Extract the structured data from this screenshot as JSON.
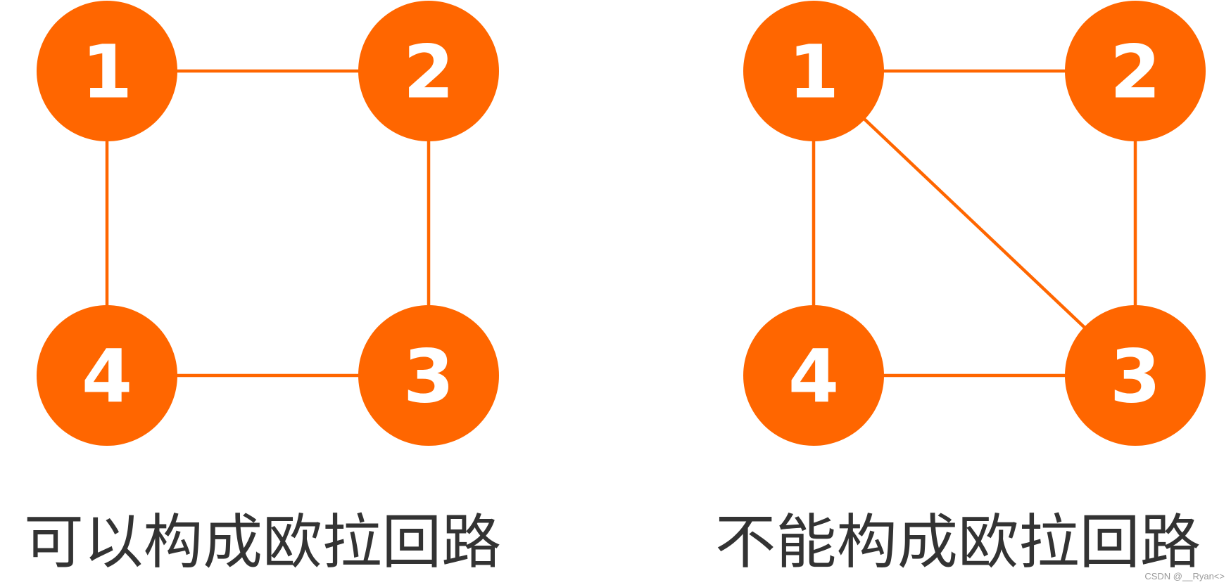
{
  "colors": {
    "node_fill": "#FF6600",
    "edge_stroke": "#FF6600",
    "node_text": "#FFFFFF",
    "caption_text": "#333333",
    "watermark_text": "#9A9A9A"
  },
  "graphs": [
    {
      "nodes": [
        "1",
        "2",
        "3",
        "4"
      ],
      "edges": [
        [
          0,
          1
        ],
        [
          1,
          2
        ],
        [
          2,
          3
        ],
        [
          3,
          0
        ]
      ],
      "caption": "可以构成欧拉回路"
    },
    {
      "nodes": [
        "1",
        "2",
        "3",
        "4"
      ],
      "edges": [
        [
          0,
          1
        ],
        [
          1,
          2
        ],
        [
          2,
          3
        ],
        [
          3,
          0
        ],
        [
          0,
          2
        ]
      ],
      "caption": "不能构成欧拉回路"
    }
  ],
  "watermark": "CSDN @__Ryan<>"
}
